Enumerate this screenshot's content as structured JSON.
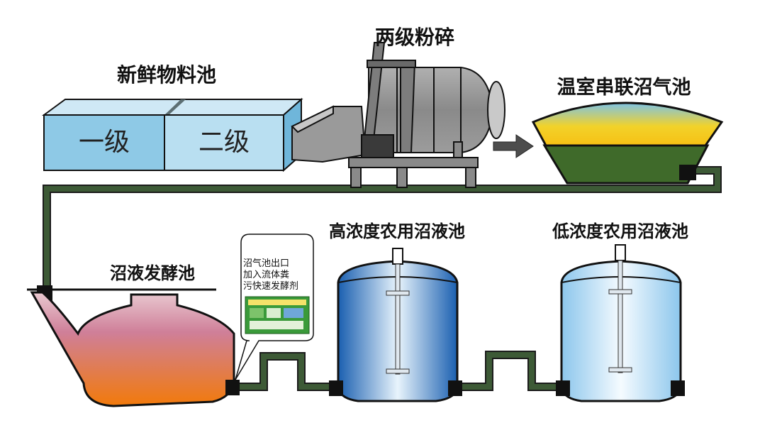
{
  "labels": {
    "fresh_pool": "新鲜物料池",
    "level_one": "一级",
    "level_two": "二级",
    "crusher": "两级粉碎",
    "greenhouse_pool": "温室串联沼气池",
    "ferment_pool": "沼液发酵池",
    "high_pool": "高浓度农用沼液池",
    "low_pool": "低浓度农用沼液池"
  },
  "callout": {
    "line1": "沼气池出口",
    "line2": "加入流体粪",
    "line3": "污快速发酵剂"
  },
  "colors": {
    "pipe": "#3d5a36",
    "pool_blue": "#8ec9e6",
    "high_blue": "#1d6fc0",
    "low_blue": "#a9d6f3",
    "ferment_top": "#e5b4bd",
    "ferment_bottom": "#f0780f"
  }
}
